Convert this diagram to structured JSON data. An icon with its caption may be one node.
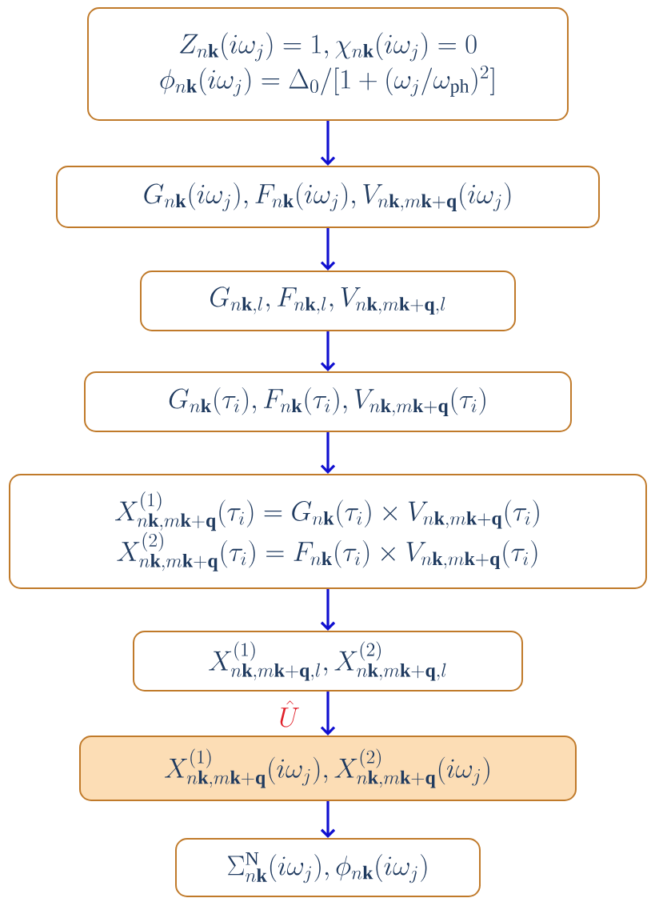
{
  "diagram": {
    "nodes": [
      {
        "text": [
          "Z_{n\\mathbf{k}}(i\\omega_j) = 1, \\chi_{n\\mathbf{k}}(i\\omega_j) = 0",
          "\\phi_{n\\mathbf{k}}(i\\omega_j) = \\Delta_0/[1 + (\\omega_j/\\omega_{\\mathrm{ph}})^2]"
        ]
      },
      {
        "text": [
          "G_{n\\mathbf{k}}(i\\omega_j), F_{n\\mathbf{k}}(i\\omega_j), V_{n\\mathbf{k},m\\mathbf{k}+\\mathbf{q}}(i\\omega_j)"
        ]
      },
      {
        "text": [
          "G_{n\\mathbf{k},l}, F_{n\\mathbf{k},l}, V_{n\\mathbf{k},m\\mathbf{k}+\\mathbf{q},l}"
        ]
      },
      {
        "text": [
          "G_{n\\mathbf{k}}(\\tau_i), F_{n\\mathbf{k}}(\\tau_i), V_{n\\mathbf{k},m\\mathbf{k}+\\mathbf{q}}(\\tau_i)"
        ]
      },
      {
        "text": [
          "X^{(1)}_{n\\mathbf{k},m\\mathbf{k}+\\mathbf{q}}(\\tau_i) = G_{n\\mathbf{k}}(\\tau_i) \\times V_{n\\mathbf{k},m\\mathbf{k}+\\mathbf{q}}(\\tau_i)",
          "X^{(2)}_{n\\mathbf{k},m\\mathbf{k}+\\mathbf{q}}(\\tau_i) = F_{n\\mathbf{k}}(\\tau_i) \\times V_{n\\mathbf{k},m\\mathbf{k}+\\mathbf{q}}(\\tau_i)"
        ]
      },
      {
        "text": [
          "X^{(1)}_{n\\mathbf{k},m\\mathbf{k}+\\mathbf{q},l}, X^{(2)}_{n\\mathbf{k},m\\mathbf{k}+\\mathbf{q},l}"
        ]
      },
      {
        "text": [
          "X^{(1)}_{n\\mathbf{k},m\\mathbf{k}+\\mathbf{q}}(i\\omega_j), X^{(2)}_{n\\mathbf{k},m\\mathbf{k}+\\mathbf{q}}(i\\omega_j)"
        ]
      },
      {
        "text": [
          "\\Sigma^{\\mathrm{N}}_{n\\mathbf{k}}(i\\omega_j), \\phi_{n\\mathbf{k}}(i\\omega_j)"
        ]
      }
    ],
    "edges": [
      {
        "from": 0,
        "to": 1,
        "arrow": "to"
      },
      {
        "from": 1,
        "to": 2,
        "arrow": "to"
      },
      {
        "from": 2,
        "to": 3,
        "arrow": "to"
      },
      {
        "from": 3,
        "to": 4,
        "arrow": "to"
      },
      {
        "from": 4,
        "to": 5,
        "arrow": "to"
      },
      {
        "from": 5,
        "to": 6,
        "arrow": "to",
        "label": "\\hat{U}"
      },
      {
        "from": 6,
        "to": 7,
        "arrow": "to"
      }
    ]
  }
}
